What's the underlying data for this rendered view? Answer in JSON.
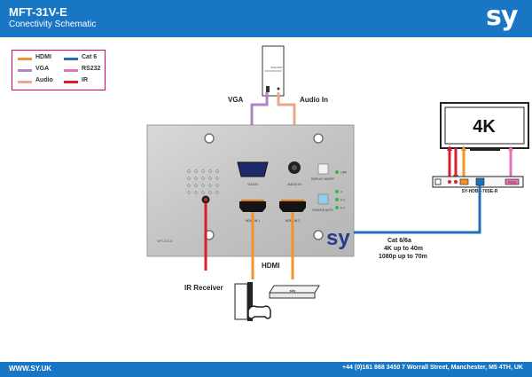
{
  "header": {
    "title": "MFT-31V-E",
    "subtitle": "Conectivity Schematic",
    "logo": "sy"
  },
  "legend": [
    {
      "label": "HDMI",
      "color": "#f0932a"
    },
    {
      "label": "Cat 6",
      "color": "#1f6fb8"
    },
    {
      "label": "VGA",
      "color": "#b183c2"
    },
    {
      "label": "RS232",
      "color": "#e673b5"
    },
    {
      "label": "Audio",
      "color": "#e6a98c"
    },
    {
      "label": "IR",
      "color": "#d6202f"
    }
  ],
  "cables": {
    "vga": "VGA",
    "audio": "Audio In",
    "hdmi": "HDMI",
    "cat6": "Cat 6/6a",
    "cat6_distance_4k": "4K up to 40m",
    "cat6_distance_1080p": "1080p up to 70m"
  },
  "devices": {
    "ir_receiver": "IR Receiver",
    "display": "4K",
    "receiver_model": "SY-HDBT-70SE-R",
    "receiver_port_rs232": "RS232",
    "source_port_label": "VGA OUT",
    "sky_box_logo": "sky"
  },
  "wall_plate": {
    "vga_in": "VGA IN",
    "audio_in": "AUDIO IN",
    "hdmi_in_1": "HDMI IN 1",
    "hdmi_in_2": "HDMI IN 2",
    "display_on_off": "DISPLAY ON/OFF",
    "source_auto": "SOURCE AUTO",
    "link": "LINK",
    "led_v": "V",
    "led_h1": "H 1",
    "led_h2": "H 2",
    "model": "MFT-31V-E",
    "logo": "sy"
  },
  "footer": {
    "website": "WWW.SY.UK",
    "contact": "+44 (0)161 868 3450 7 Worrall Street, Manchester, M5 4TH, UK"
  }
}
